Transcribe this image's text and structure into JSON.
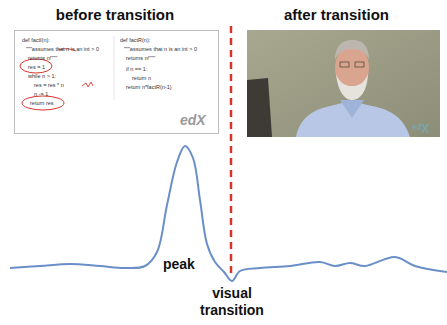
{
  "diagram": {
    "labels": [
      "before transition",
      "after transition",
      "def factI(n):",
      "\"\"\"assumes that n is an int > 0",
      "returns n!\"\"\"",
      "res = 1",
      "while n > 1:",
      "res = res * n",
      "n -= 1",
      "return res",
      "def factR(n):",
      "\"\"\"assumes that n is an int > 0",
      "returns n!\"\"\"",
      "if n == 1:",
      "return n",
      "return n*factR(n-1)",
      "edX",
      "peak",
      "visual transition"
    ]
  }
}
